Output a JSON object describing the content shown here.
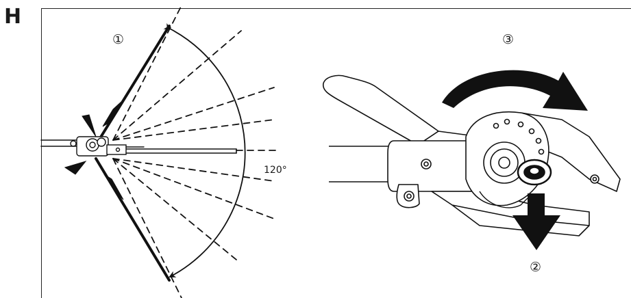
{
  "figure": {
    "section_letter": "H",
    "steps": {
      "step1": "①",
      "step2": "②",
      "step3": "③"
    },
    "angle": "120°"
  }
}
